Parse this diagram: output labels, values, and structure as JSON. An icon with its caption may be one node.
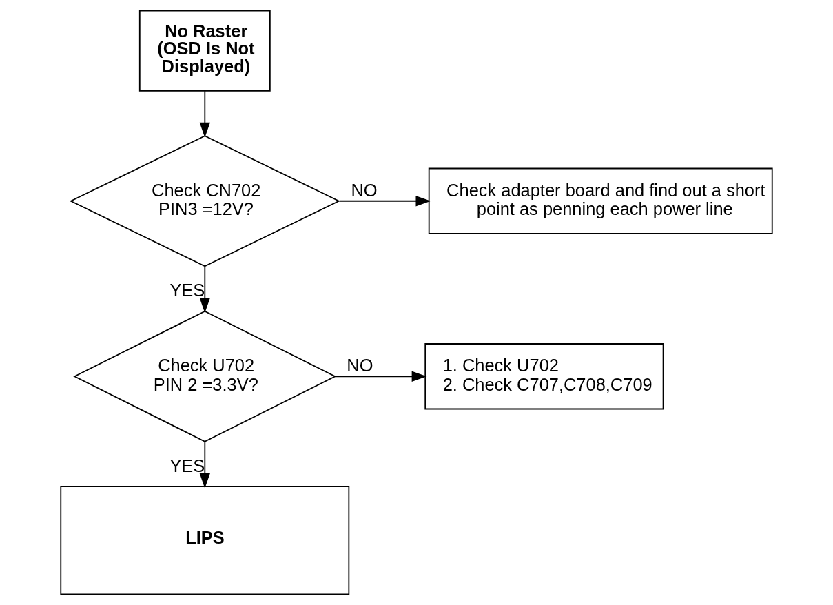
{
  "diagram": {
    "nodes": [
      {
        "text": [
          "No Raster (OSD Is Not Displayed)"
        ]
      },
      {
        "text": [
          "Check CN702 PIN3 =12V?"
        ]
      },
      {
        "text": [
          "Check adapter board and find out a short point as penning each power line"
        ]
      },
      {
        "text": [
          "Check U702 PIN 2 =3.3V?"
        ]
      },
      {
        "text": [
          "1. Check U702",
          "2. Check C707,C708,C709"
        ]
      },
      {
        "text": [
          "LIPS"
        ]
      }
    ],
    "edges": [
      {
        "from": 0,
        "to": 1,
        "arrow": "to"
      },
      {
        "from": 1,
        "to": 2,
        "arrow": "to",
        "label": "NO"
      },
      {
        "from": 1,
        "to": 3,
        "arrow": "to",
        "label": "YES"
      },
      {
        "from": 3,
        "to": 4,
        "arrow": "to",
        "label": "NO"
      },
      {
        "from": 3,
        "to": 5,
        "arrow": "to",
        "label": "YES"
      }
    ]
  }
}
